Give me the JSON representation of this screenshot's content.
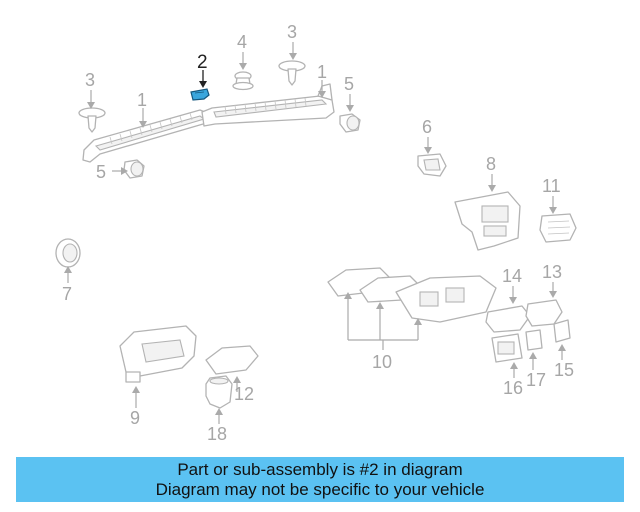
{
  "callouts": {
    "c1a": "1",
    "c1b": "1",
    "c2": "2",
    "c3a": "3",
    "c3b": "3",
    "c4": "4",
    "c5a": "5",
    "c5b": "5",
    "c6": "6",
    "c7": "7",
    "c8": "8",
    "c9": "9",
    "c10": "10",
    "c11": "11",
    "c12": "12",
    "c13": "13",
    "c14": "14",
    "c15": "15",
    "c16": "16",
    "c17": "17",
    "c18": "18"
  },
  "highlight_part": "2",
  "colors": {
    "banner": "#5bc2f2",
    "highlight": "#3aa6dd",
    "line": "#b3b3b3"
  },
  "banner": {
    "line1": "Part or sub-assembly is #2 in diagram",
    "line2": "Diagram may not be specific to your vehicle"
  }
}
